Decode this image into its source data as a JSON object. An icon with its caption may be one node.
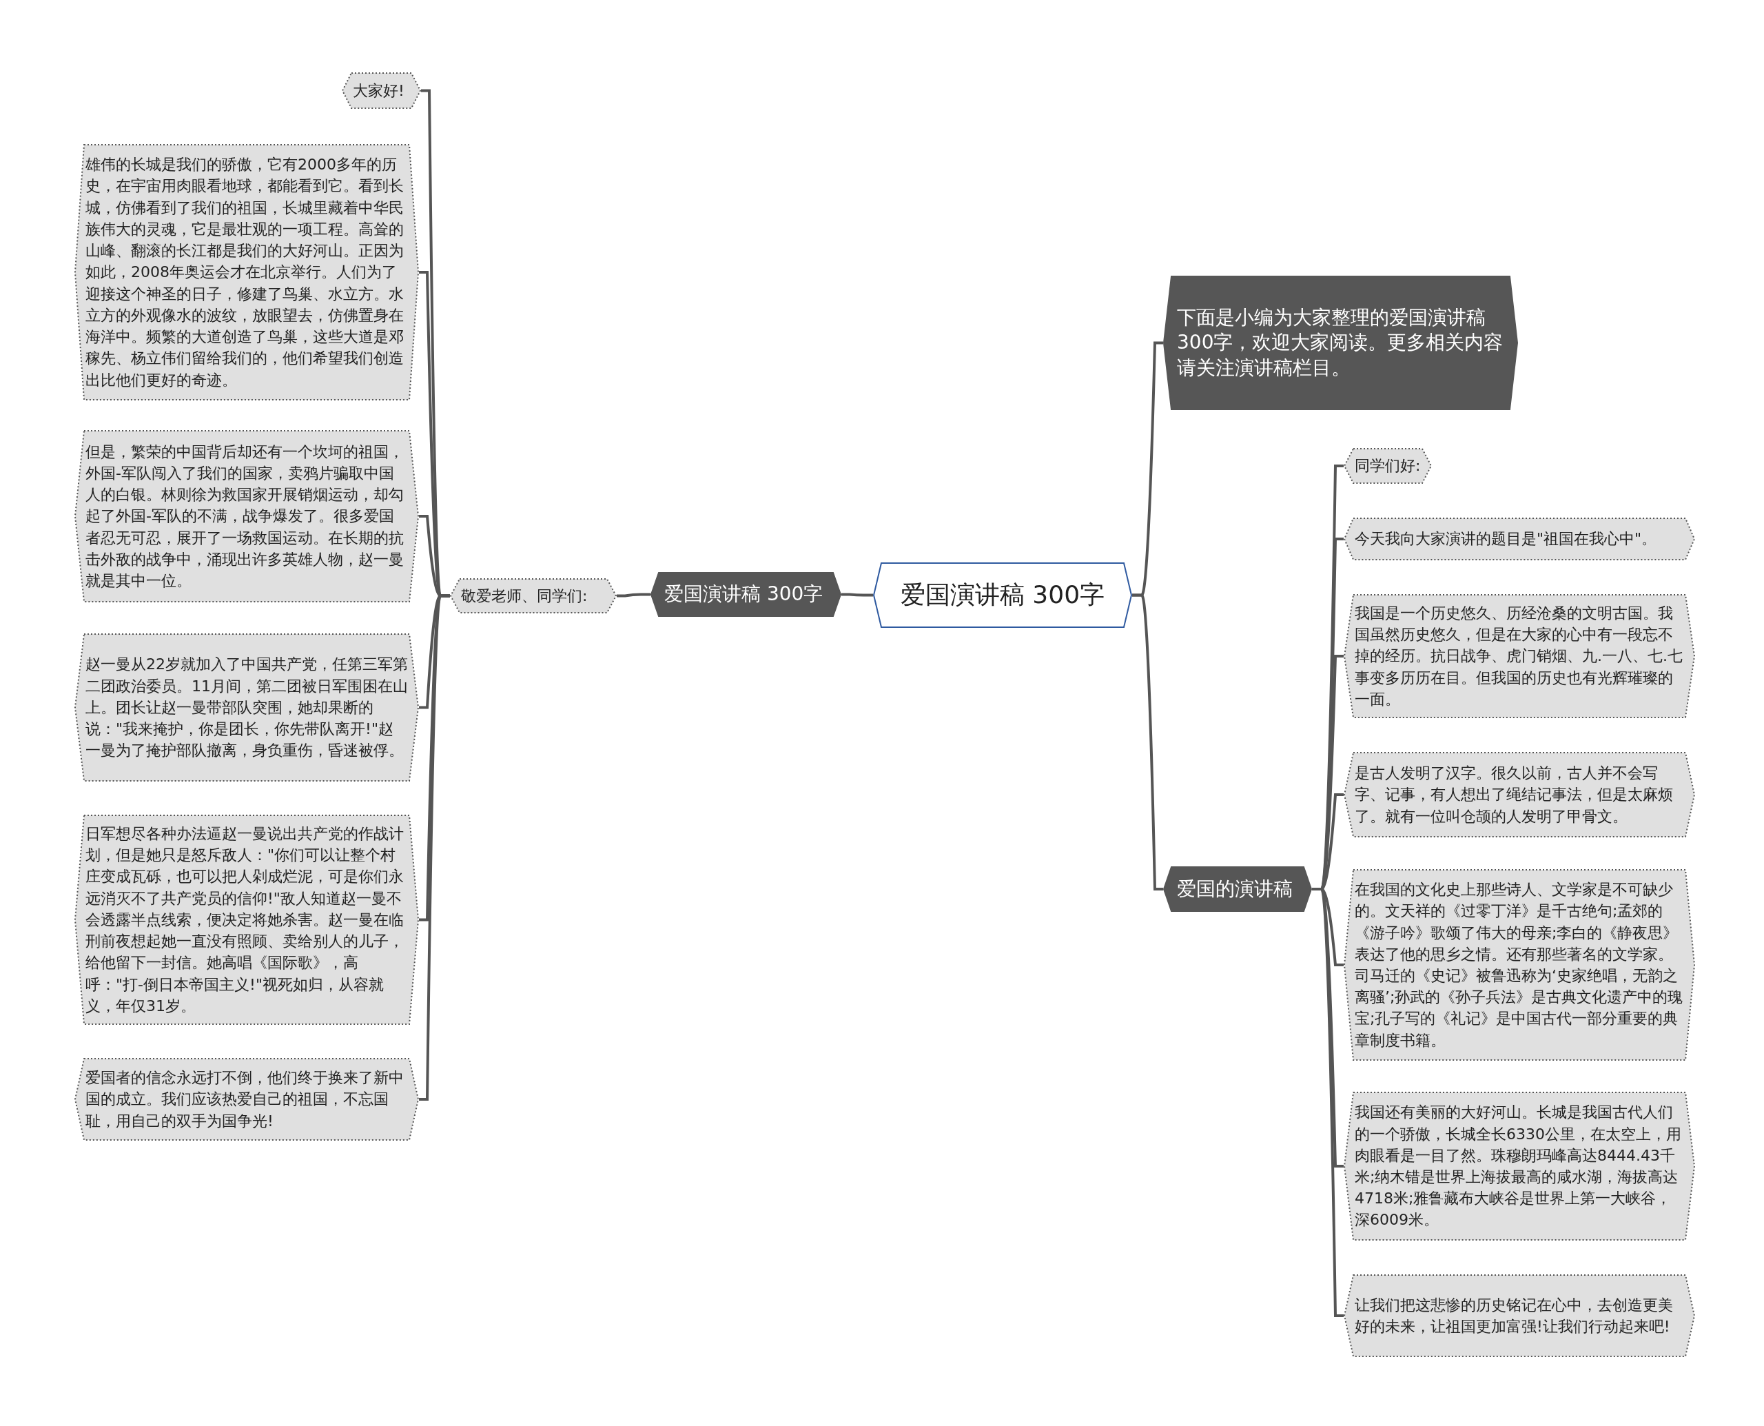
{
  "diagram": {
    "nodes": [
      {
        "text": [
          "爱国演讲稿 300字"
        ]
      },
      {
        "text": [
          "爱国演讲稿 300字"
        ]
      },
      {
        "text": [
          "敬爱老师、同学们:"
        ]
      },
      {
        "text": [
          "大家好!"
        ]
      },
      {
        "text": [
          "雄伟的长城是我们的骄傲，它有2000多年的历史，在宇宙用肉眼看地球，都能看到它。看到长城，仿佛看到了我们的祖国，长城里藏着中华民族伟大的灵魂，它是最壮观的一项工程。高耸的山峰、翻滚的长江都是我们的大好河山。正因为如此，2008年奥运会才在北京举行。人们为了迎接这个神圣的日子，修建了鸟巢、水立方。水立方的外观像水的波纹，放眼望去，仿佛置身在海洋中。频繁的大道创造了鸟巢，这些大道是邓稼先、杨立伟们留给我们的，他们希望我们创造出比他们更好的奇迹。"
        ]
      },
      {
        "text": [
          "但是，繁荣的中国背后却还有一个坎坷的祖国，外国-军队闯入了我们的国家，卖鸦片骗取中国人的白银。林则徐为救国家开展销烟运动，却勾起了外国-军队的不满，战争爆发了。很多爱国者忍无可忍，展开了一场救国运动。在长期的抗击外敌的战争中，涌现出许多英雄人物，赵一曼就是其中一位。"
        ]
      },
      {
        "text": [
          "赵一曼从22岁就加入了中国共产党，任第三军第二团政治委员。11月间，第二团被日军围困在山上。团长让赵一曼带部队突围，她却果断的说：\"我来掩护，你是团长，你先带队离开!\"赵一曼为了掩护部队撤离，身负重伤，昏迷被俘。"
        ]
      },
      {
        "text": [
          "日军想尽各种办法逼赵一曼说出共产党的作战计划，但是她只是怒斥敌人：\"你们可以让整个村庄变成瓦砾，也可以把人剁成烂泥，可是你们永远消灭不了共产党员的信仰!\"敌人知道赵一曼不会透露半点线索，便决定将她杀害。赵一曼在临刑前夜想起她一直没有照顾、卖给别人的儿子，给他留下一封信。她高唱《国际歌》，高呼：\"打-倒日本帝国主义!\"视死如归，从容就义，年仅31岁。"
        ]
      },
      {
        "text": [
          "爱国者的信念永远打不倒，他们终于换来了新中国的成立。我们应该热爱自己的祖国，不忘国耻，用自己的双手为国争光!"
        ]
      },
      {
        "text": [
          "下面是小编为大家整理的爱国演讲稿 300字，欢迎大家阅读。更多相关内容请关注演讲稿栏目。"
        ]
      },
      {
        "text": [
          "爱国的演讲稿"
        ]
      },
      {
        "text": [
          "同学们好:"
        ]
      },
      {
        "text": [
          "今天我向大家演讲的题目是\"祖国在我心中\"。"
        ]
      },
      {
        "text": [
          "我国是一个历史悠久、历经沧桑的文明古国。我国虽然历史悠久，但是在大家的心中有一段忘不掉的经历。抗日战争、虎门销烟、九.一八、七.七事变多历历在目。但我国的历史也有光辉璀璨的一面。"
        ]
      },
      {
        "text": [
          "是古人发明了汉字。很久以前，古人并不会写字、记事，有人想出了绳结记事法，但是太麻烦了。就有一位叫仓颉的人发明了甲骨文。"
        ]
      },
      {
        "text": [
          "在我国的文化史上那些诗人、文学家是不可缺少的。文天祥的《过零丁洋》是千古绝句;孟郊的《游子吟》歌颂了伟大的母亲;李白的《静夜思》表达了他的思乡之情。还有那些著名的文学家。司马迁的《史记》被鲁迅称为‘史家绝唱，无韵之离骚’;孙武的《孙子兵法》是古典文化遗产中的瑰宝;孔子写的《礼记》是中国古代一部分重要的典章制度书籍。"
        ]
      },
      {
        "text": [
          "我国还有美丽的大好河山。长城是我国古代人们的一个骄傲，长城全长6330公里，在太空上，用肉眼看是一目了然。珠穆朗玛峰高达8444.43千米;纳木错是世界上海拔最高的咸水湖，海拔高达4718米;雅鲁藏布大峡谷是世界上第一大峡谷，深6009米。"
        ]
      },
      {
        "text": [
          "让我们把这悲惨的历史铭记在心中，去创造更美好的未来，让祖国更加富强!让我们行动起来吧!"
        ]
      }
    ],
    "edges": [
      {
        "from": 0,
        "to": 1,
        "arrow": "none"
      },
      {
        "from": 1,
        "to": 2,
        "arrow": "none"
      },
      {
        "from": 2,
        "to": 3,
        "arrow": "none"
      },
      {
        "from": 2,
        "to": 4,
        "arrow": "none"
      },
      {
        "from": 2,
        "to": 5,
        "arrow": "none"
      },
      {
        "from": 2,
        "to": 6,
        "arrow": "none"
      },
      {
        "from": 2,
        "to": 7,
        "arrow": "none"
      },
      {
        "from": 2,
        "to": 8,
        "arrow": "none"
      },
      {
        "from": 0,
        "to": 9,
        "arrow": "none"
      },
      {
        "from": 0,
        "to": 10,
        "arrow": "none"
      },
      {
        "from": 10,
        "to": 11,
        "arrow": "none"
      },
      {
        "from": 10,
        "to": 12,
        "arrow": "none"
      },
      {
        "from": 10,
        "to": 13,
        "arrow": "none"
      },
      {
        "from": 10,
        "to": 14,
        "arrow": "none"
      },
      {
        "from": 10,
        "to": 15,
        "arrow": "none"
      },
      {
        "from": 10,
        "to": 16,
        "arrow": "none"
      },
      {
        "from": 10,
        "to": 17,
        "arrow": "none"
      }
    ]
  }
}
